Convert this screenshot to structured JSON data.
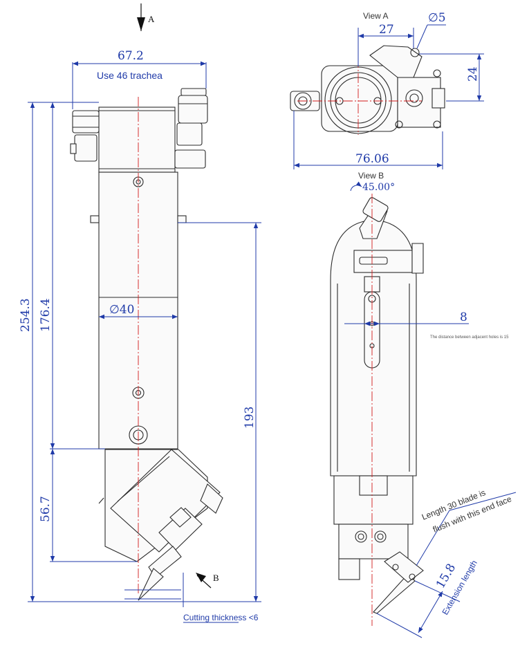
{
  "views": {
    "view_a_label": "View A",
    "view_b_label": "View B",
    "arrow_a_label": "A",
    "arrow_b_label": "B"
  },
  "dimensions": {
    "width_top": "67.2",
    "overall_height": "254.3",
    "body_height": "176.4",
    "diameter": "∅40",
    "lower_height": "193",
    "tip_height": "56.7",
    "view_a_offset": "27",
    "view_a_hole": "∅5",
    "view_a_bracket": "24",
    "view_a_width": "76.06",
    "angle": "45.00°",
    "hole_spacing": "8",
    "extension": "15.8"
  },
  "notes": {
    "trachea": "Use 46 trachea",
    "cutting_thickness": "Cutting thickness <6",
    "blade_line1": "Length 30 blade is",
    "blade_line2": "flush with this end face",
    "extension_length": "Extension length",
    "adjacent_holes": "The distance between adjacent holes is 15"
  },
  "colors": {
    "dimension": "#1f3aa8",
    "centerline": "#d21a1a",
    "outline": "#2a2a2a"
  }
}
